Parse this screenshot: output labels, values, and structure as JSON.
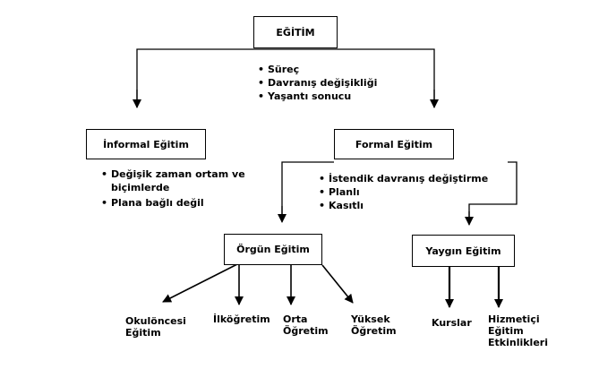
{
  "root": {
    "label": "EĞİTİM",
    "bullets": [
      "Süreç",
      "Davranış değişikliği",
      "Yaşantı sonucu"
    ]
  },
  "informal": {
    "label": "İnformal Eğitim",
    "bullets": [
      "Değişik zaman ortam ve\nbiçimlerde",
      "Plana bağlı değil"
    ]
  },
  "formal": {
    "label": "Formal Eğitim",
    "bullets": [
      "İstendik davranış değiştirme",
      "Planlı",
      "Kasıtlı"
    ]
  },
  "orgun": {
    "label": "Örgün Eğitim",
    "children": [
      "Okulöncesi\nEğitim",
      "İlköğretim",
      "Orta\nÖğretim",
      "Yüksek\nÖğretim"
    ]
  },
  "yaygin": {
    "label": "Yaygın Eğitim",
    "children": [
      "Kurslar",
      "Hizmetiçi\nEğitim\nEtkinlikleri"
    ]
  },
  "style": {
    "line_color": "#000000",
    "background": "#ffffff"
  }
}
